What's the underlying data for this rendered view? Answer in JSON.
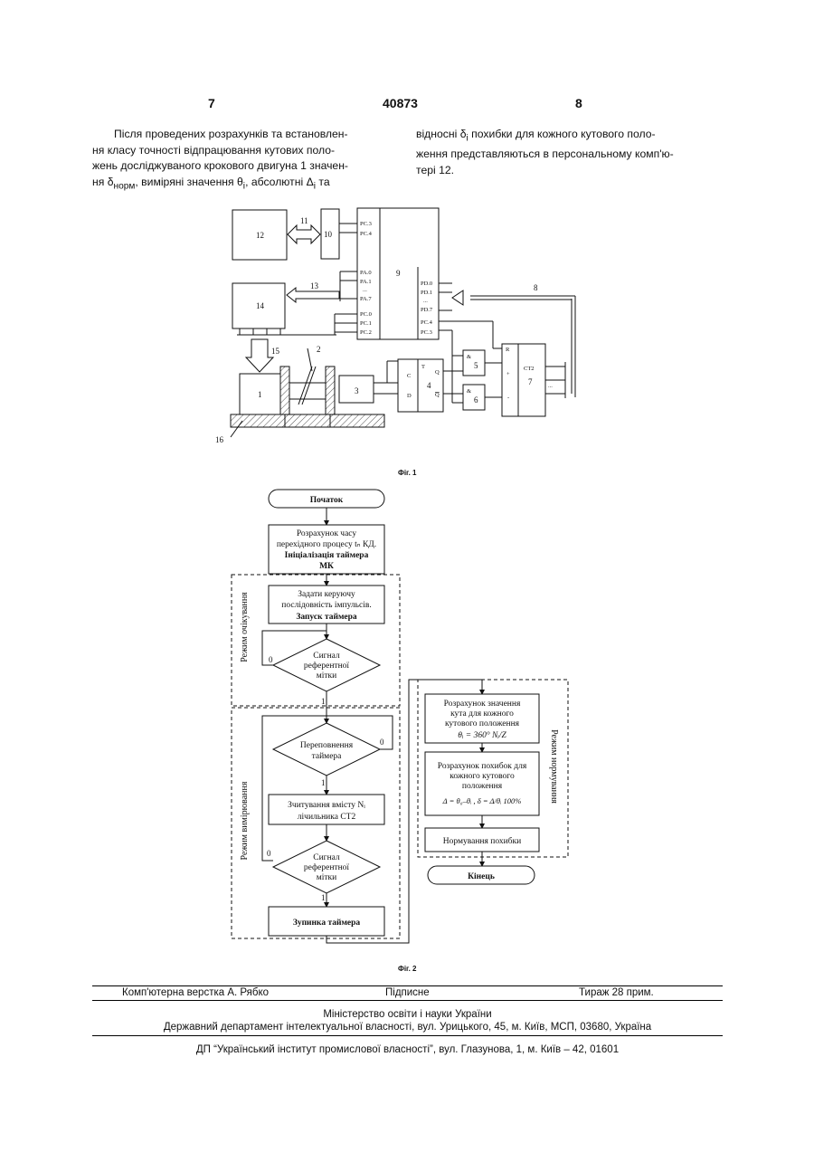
{
  "header": {
    "page_left": "7",
    "patent_number": "40873",
    "page_right": "8"
  },
  "text": {
    "left_l1": "Після проведених розрахунків та встановлен-",
    "left_l2": "ня класу точності відпрацювання кутових поло-",
    "left_l3": "жень досліджуваного крокового двигуна 1 значен-",
    "left_l4a": "ня ",
    "delta_sym": "δ",
    "norm_sub": "норм",
    "left_l4b": ", виміряні значення ",
    "theta_sym": "θ",
    "sub_i": "i",
    "left_l4c": ", абсолютні ",
    "Delta_sym": "Δ",
    "left_l4d": " та",
    "right_l1a": "відносні ",
    "right_l1b": " похибки для кожного кутового поло-",
    "right_l2": "ження представляються в персональному комп'ю-",
    "right_l3": "тері 12."
  },
  "fig1": {
    "caption": "Фіг. 1",
    "block12": "12",
    "block10": "10",
    "block9": "9",
    "block14": "14",
    "block1": "1",
    "block3": "3",
    "block4": "4",
    "block5": "5",
    "block6": "6",
    "block7": "7",
    "label11": "11",
    "label13": "13",
    "label15": "15",
    "label8": "8",
    "label2": "2",
    "label16": "16",
    "pc3": "PC.3",
    "pc4a": "PC.4",
    "pa0": "PA.0",
    "pa1": "PA.1",
    "pa_dots": "...",
    "pa7": "PA.7",
    "pc0": "PC.0",
    "pc1": "PC.1",
    "pc2": "PC.2",
    "pd0": "PD.0",
    "pd1": "PD.1",
    "pd_dots": "...",
    "pd7": "PD.7",
    "pc4b": "PC.4",
    "pc3b": "PC.3",
    "t": "T",
    "c": "C",
    "d": "D",
    "q": "Q",
    "qbar": "Q",
    "and5": "&",
    "and6": "&",
    "r": "R",
    "plus": "+",
    "minus": "-",
    "ct2": "CT2",
    "dots": "..."
  },
  "fig2": {
    "caption": "Фіг. 2",
    "start": "Початок",
    "step1_l1": "Розрахунок часу",
    "step1_l2": "перехідного процесу tₙ КД.",
    "step1_l3": "Ініціалізація таймера",
    "step1_l4": "МК",
    "step2_l1": "Задати керуючу",
    "step2_l2": "послідовність імпульсів.",
    "step2_l3": "Запуск таймера",
    "dec1_l1": "Сигнал",
    "dec1_l2": "референтної",
    "dec1_l3": "мітки",
    "dec2_l1": "Переповнення",
    "dec2_l2": "таймера",
    "step3_l1": "Зчитування вмісту Nᵢ",
    "step3_l2": "лічильника СТ2",
    "dec3_l1": "Сигнал",
    "dec3_l2": "референтної",
    "dec3_l3": "мітки",
    "step4": "Зупинка таймера",
    "r1_l1": "Розрахунок значення",
    "r1_l2": "кута для кожного",
    "r1_l3": "кутового положення",
    "r1_l4": "θᵢ = 360° Nᵢ/Z",
    "r2_l1": "Розрахунок похибок для",
    "r2_l2": "кожного кутового",
    "r2_l3": "положення",
    "r2_l4": "Δ = θ₀–θᵢ ,  δ = Δ/θᵢ 100%",
    "r3": "Нормування похибки",
    "end": "Кінець",
    "mode_wait": "Режим очікування",
    "mode_measure": "Режим вимірювання",
    "mode_norm": "Режим нормування",
    "zero": "0",
    "one": "1"
  },
  "footer": {
    "layout": "Комп'ютерна верстка А. Рябко",
    "signed": "Підписне",
    "circulation": "Тираж 28 прим.",
    "ministry": "Міністерство освіти і науки України",
    "department": "Державний департамент інтелектуальної власності, вул. Урицького, 45, м. Київ, МСП, 03680, Україна",
    "institute": "ДП “Український інститут промислової власності”, вул. Глазунова, 1, м. Київ – 42, 01601"
  }
}
